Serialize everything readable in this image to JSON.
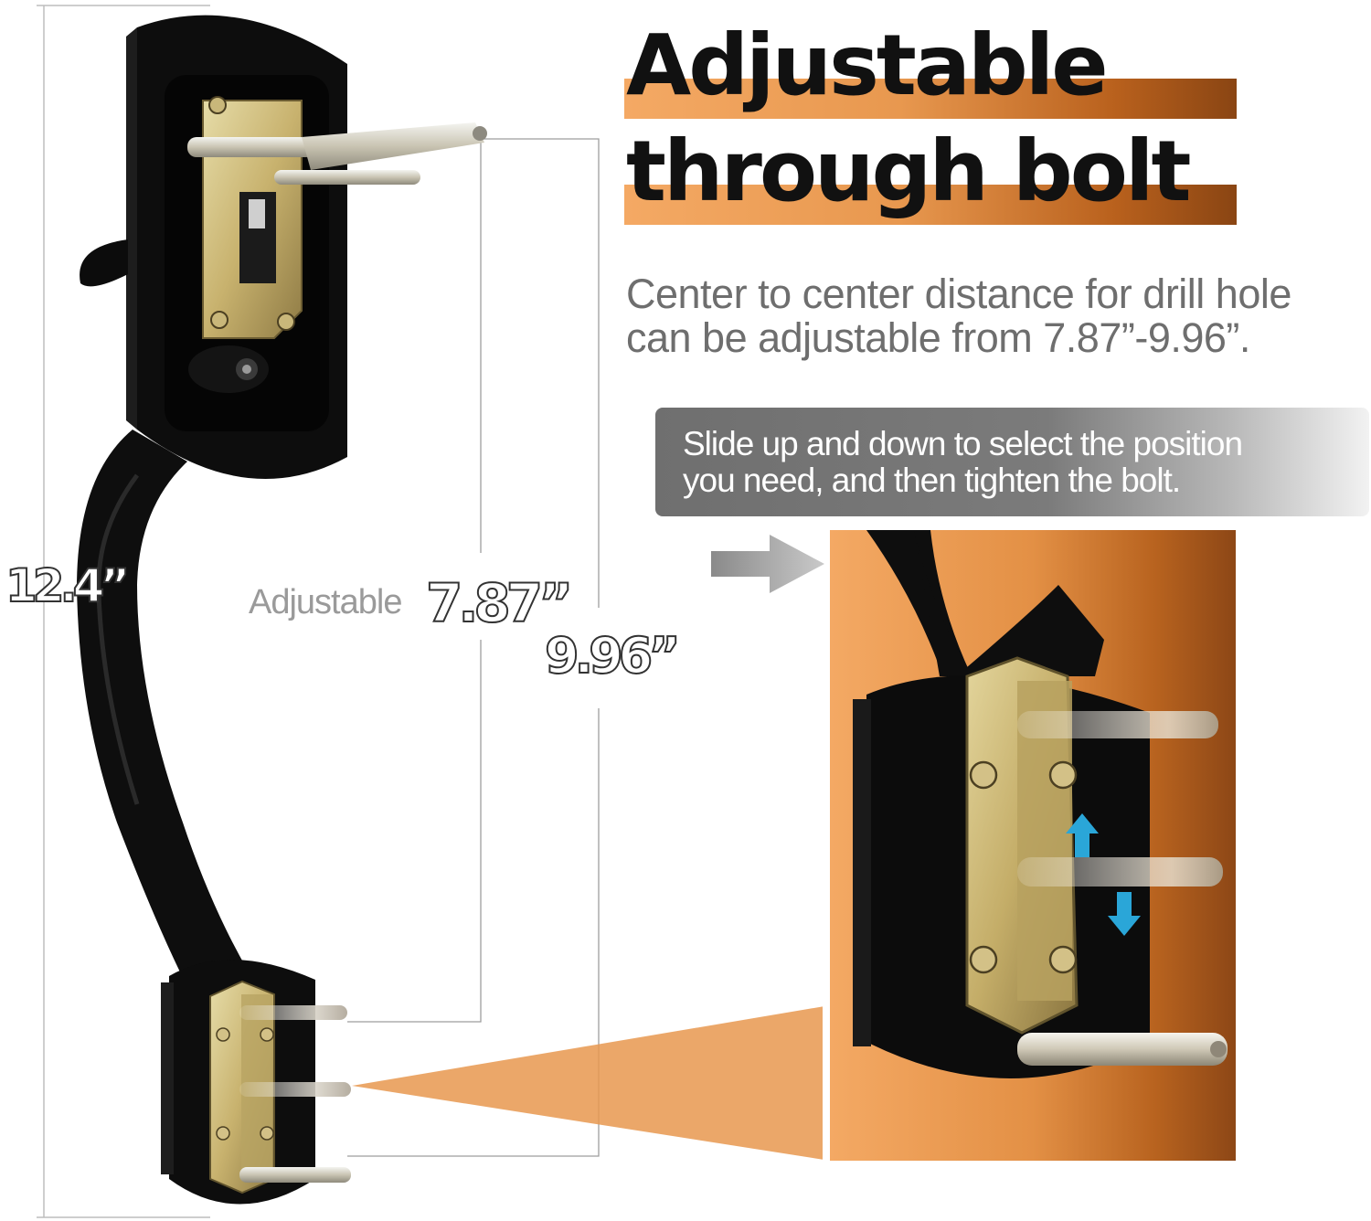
{
  "headline": {
    "line1": "Adjustable",
    "line2": "through bolt"
  },
  "description": {
    "line1": "Center to center distance for drill hole",
    "line2": "can be adjustable from 7.87”-9.96”."
  },
  "tip": {
    "line1": "Slide up and down to select the position",
    "line2": "you need, and then tighten the bolt."
  },
  "dimensions": {
    "total_height": "12.4”",
    "adjustable_label": "Adjustable",
    "min_distance": "7.87”",
    "max_distance": "9.96”"
  },
  "icons": {
    "pointer_arrow": "right-arrow-icon",
    "slide_up": "arrow-up-icon",
    "slide_down": "arrow-down-icon"
  },
  "colors": {
    "accent_orange": "#e8984f",
    "accent_brown": "#8a4513",
    "adjust_arrow_blue": "#2aa6d8",
    "hardware_black": "#0c0c0c",
    "brass": "#c9b77a"
  }
}
